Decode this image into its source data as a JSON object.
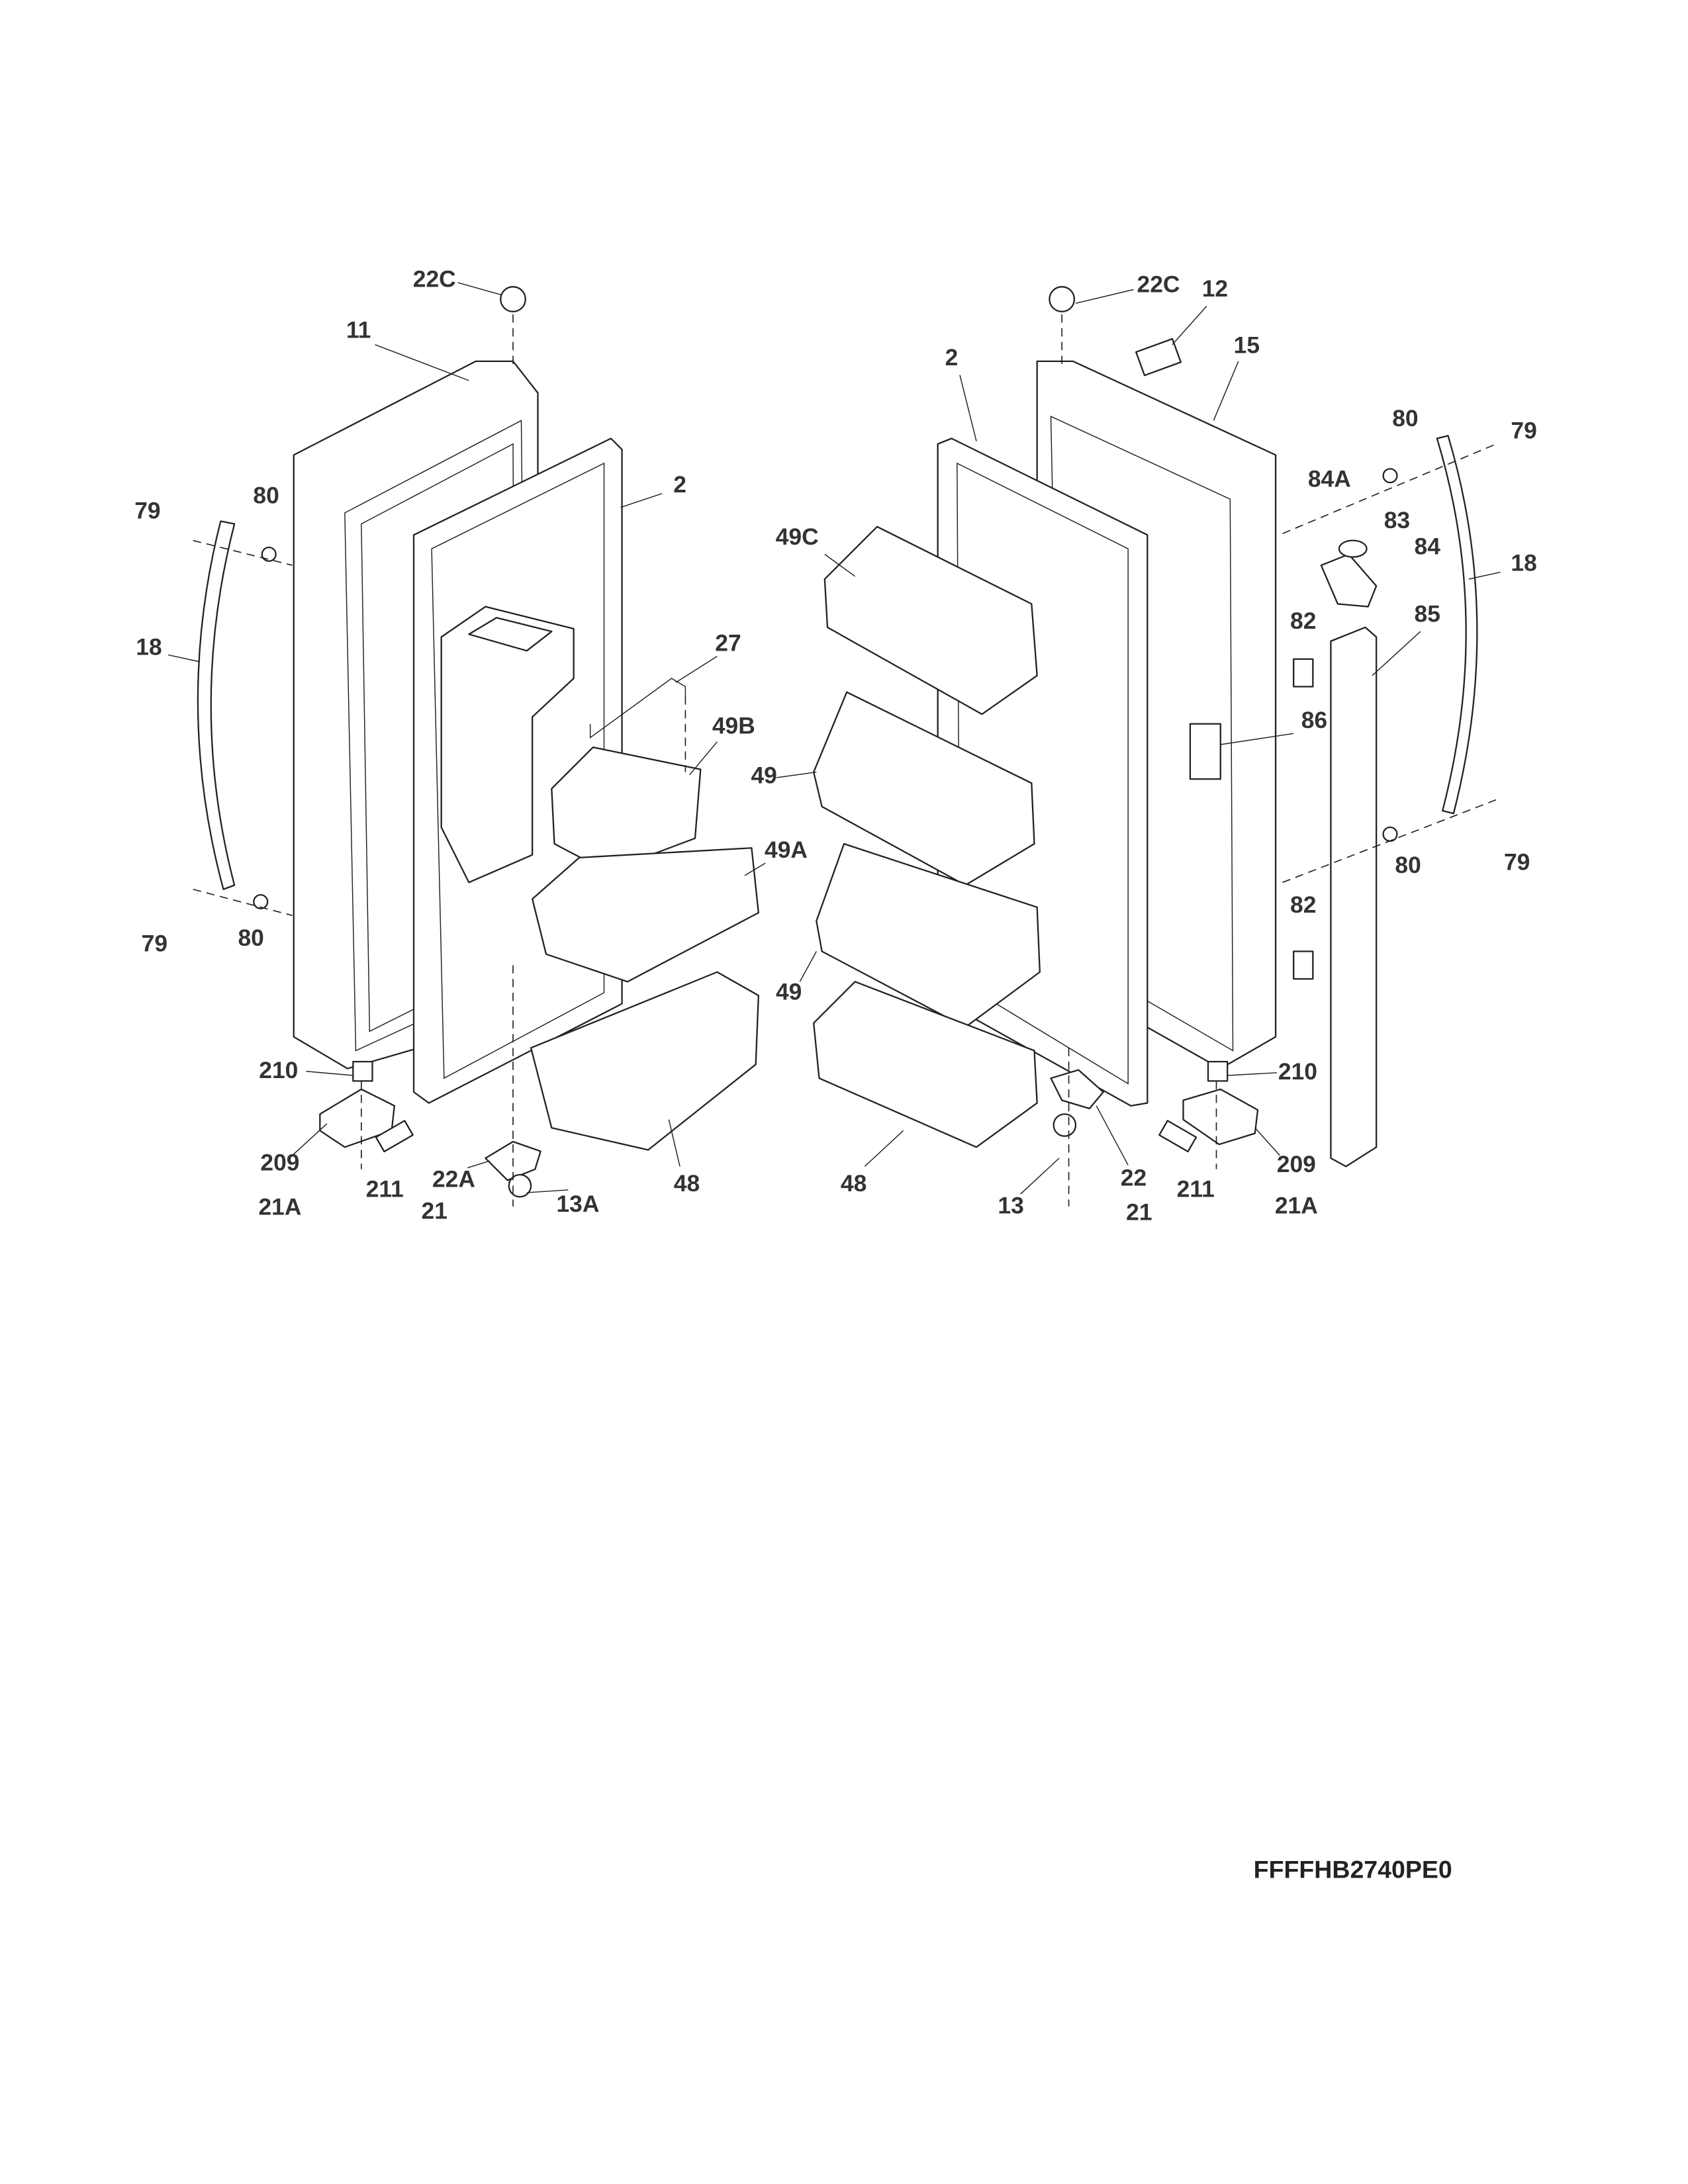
{
  "diagram": {
    "model_code": "FFFFHB2740PE0",
    "labels": [
      "22C",
      "11",
      "2",
      "79",
      "80",
      "18",
      "27",
      "49B",
      "49A",
      "79",
      "80",
      "210",
      "209",
      "211",
      "21A",
      "22A",
      "21",
      "13A",
      "48",
      "22C",
      "12",
      "15",
      "2",
      "80",
      "79",
      "84A",
      "83",
      "84",
      "18",
      "49C",
      "82",
      "85",
      "86",
      "49",
      "80",
      "79",
      "82",
      "49",
      "210",
      "48",
      "22",
      "209",
      "211",
      "13",
      "21",
      "21A"
    ]
  }
}
